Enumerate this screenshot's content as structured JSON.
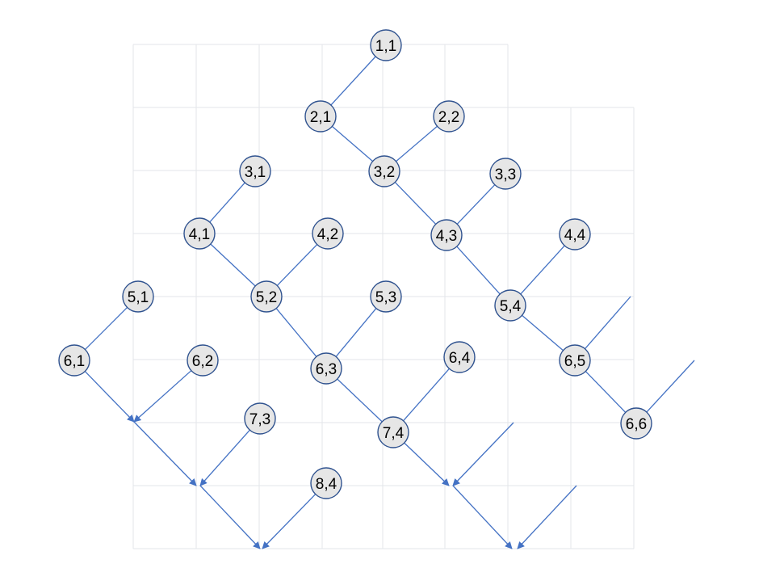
{
  "colors": {
    "background": "#ffffff",
    "grid_line": "#e3e6ea",
    "edge": "#4472c4",
    "node_fill": "#e6e6e6",
    "node_stroke": "#2f528f",
    "label": "#000000"
  },
  "nodes": [
    {
      "id": "1-1",
      "label": "1,1"
    },
    {
      "id": "2-1",
      "label": "2,1"
    },
    {
      "id": "2-2",
      "label": "2,2"
    },
    {
      "id": "3-1",
      "label": "3,1"
    },
    {
      "id": "3-2",
      "label": "3,2"
    },
    {
      "id": "3-3",
      "label": "3,3"
    },
    {
      "id": "4-1",
      "label": "4,1"
    },
    {
      "id": "4-2",
      "label": "4,2"
    },
    {
      "id": "4-3",
      "label": "4,3"
    },
    {
      "id": "4-4",
      "label": "4,4"
    },
    {
      "id": "5-1",
      "label": "5,1"
    },
    {
      "id": "5-2",
      "label": "5,2"
    },
    {
      "id": "5-3",
      "label": "5,3"
    },
    {
      "id": "5-4",
      "label": "5,4"
    },
    {
      "id": "6-1",
      "label": "6,1"
    },
    {
      "id": "6-2",
      "label": "6,2"
    },
    {
      "id": "6-3",
      "label": "6,3"
    },
    {
      "id": "6-4",
      "label": "6,4"
    },
    {
      "id": "6-5",
      "label": "6,5"
    },
    {
      "id": "6-6",
      "label": "6,6"
    },
    {
      "id": "7-3",
      "label": "7,3"
    },
    {
      "id": "7-4",
      "label": "7,4"
    },
    {
      "id": "8-4",
      "label": "8,4"
    }
  ]
}
